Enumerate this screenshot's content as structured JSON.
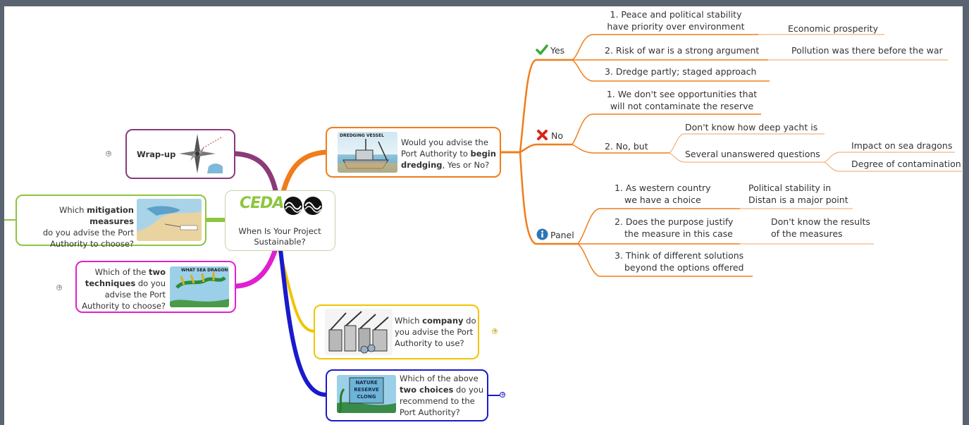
{
  "central": {
    "logo": "CEDA",
    "title_line1": "When Is Your Project",
    "title_line2": "Sustainable?"
  },
  "dredging": {
    "image_caption": "DREDGING VESSEL",
    "l1": "Would you advise the",
    "l2a": "Port Authority to ",
    "l2b": "begin",
    "l3a": "dredging",
    "l3b": ", Yes or No?",
    "yes": {
      "label": "Yes",
      "items": [
        {
          "line1": "1. Peace and political stability",
          "line2": "have priority over environment",
          "child": "Economic prosperity"
        },
        {
          "line1": "2. Risk of war is a strong argument",
          "child": "Pollution was there before the war"
        },
        {
          "line1": "3. Dredge partly; staged approach"
        }
      ]
    },
    "no": {
      "label": "No",
      "item1_line1": "1. We don't see opportunities that",
      "item1_line2": "will not contaminate the reserve",
      "item2": "2. No, but",
      "sub1": "Don't know how deep yacht is",
      "sub2": "Several unanswered questions",
      "sub2_children": [
        "Impact on sea dragons",
        "Degree of contamination"
      ]
    },
    "panel": {
      "label": "Panel",
      "items": [
        {
          "line1": "1. As western country",
          "line2": "we have a choice",
          "child1": "Political stability in",
          "child2": "Distan is a major point"
        },
        {
          "line1": "2. Does the purpose justify",
          "line2": "the measure in this case",
          "child1": "Don't know the results",
          "child2": "of the measures"
        },
        {
          "line1": "3. Think of different solutions",
          "line2": "beyond the options offered"
        }
      ]
    }
  },
  "wrapup": {
    "label": "Wrap-up"
  },
  "mitigation": {
    "l1a": "Which ",
    "l1b": "mitigation measures",
    "l2": "do you advise the Port",
    "l3": "Authority to choose?"
  },
  "techniques": {
    "image_caption": "WHAT SEA DRAGON",
    "l1a": "Which of the ",
    "l1b": "two",
    "l2a": "techniques",
    "l2b": " do you",
    "l3": "advise the Port",
    "l4": "Authority to choose?"
  },
  "company": {
    "l1a": "Which ",
    "l1b": "company",
    "l1c": " do",
    "l2": "you advise the Port",
    "l3": "Authority to use?"
  },
  "choices": {
    "image_text": [
      "NATURE",
      "RESERVE",
      "CLONG"
    ],
    "l1": "Which of the above",
    "l2a": "two choices",
    "l2b": " do you",
    "l3": "recommend to the",
    "l4": "Port Authority?"
  },
  "colors": {
    "orange": "#f07d1a",
    "purple": "#8b3a7a",
    "green": "#8cc63f",
    "magenta": "#e020d0",
    "yellow": "#f2c400",
    "blue": "#1a1acc",
    "branch_line": "#f0a060"
  }
}
